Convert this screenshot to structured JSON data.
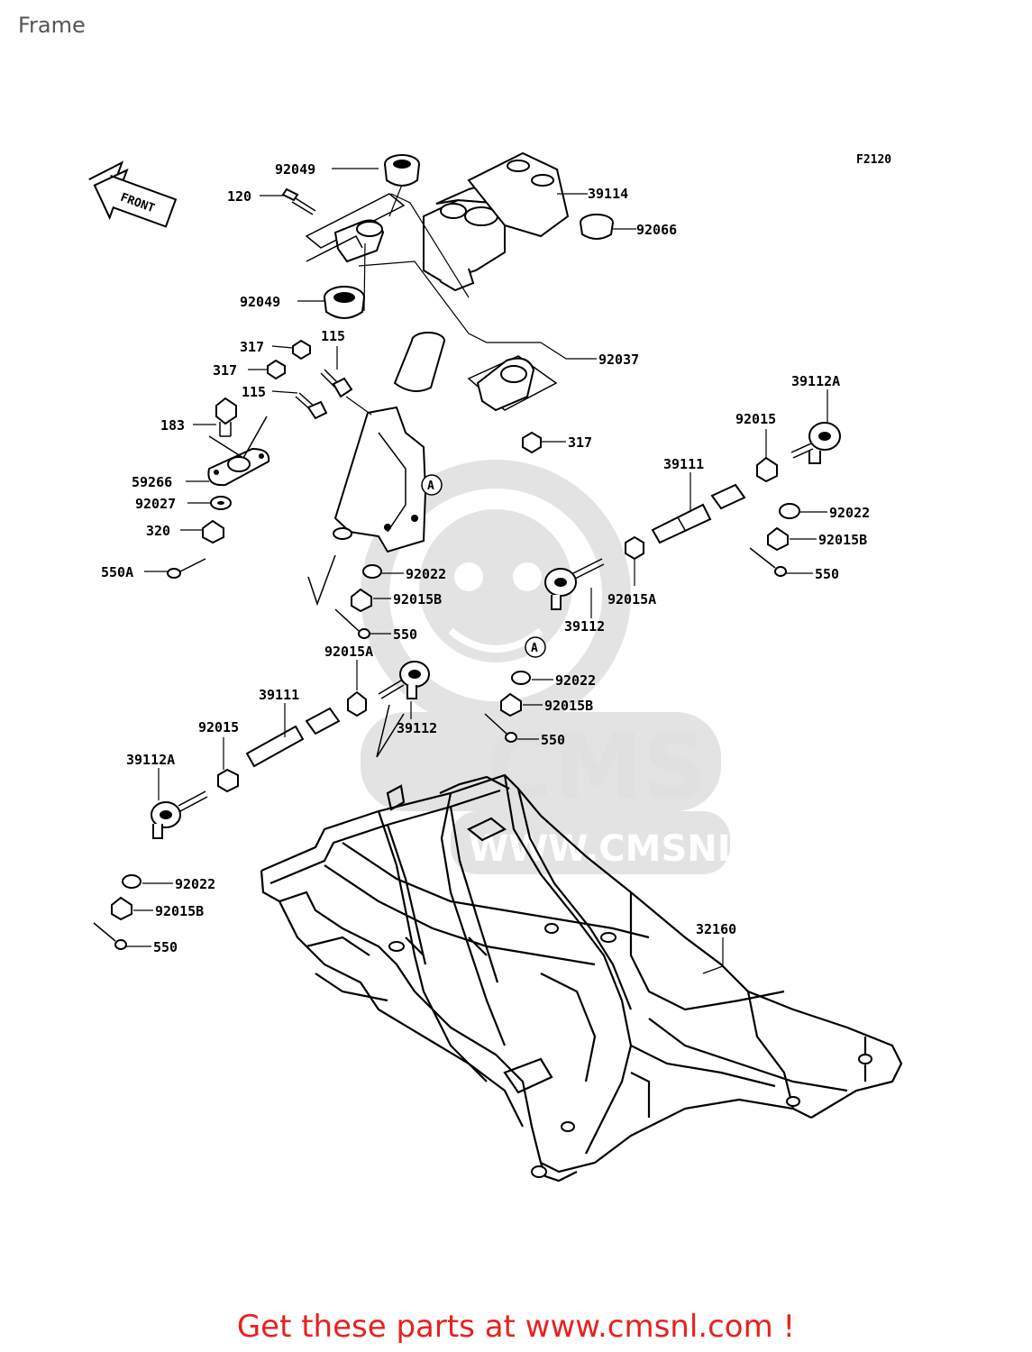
{
  "page": {
    "title": "Frame",
    "figure_code": "F2120",
    "footer_link": "Get these parts at www.cmsnl.com !",
    "accent_color": "#e8211d",
    "watermark_text": "CMS",
    "watermark_url": "WWW.CMSNL.COM"
  },
  "front_arrow_label": "FRONT",
  "ref_marker": "A",
  "part_labels": {
    "p92049_top": "92049",
    "p120": "120",
    "p39114": "39114",
    "p92066": "92066",
    "p92049_mid": "92049",
    "p317_a": "317",
    "p115_a": "115",
    "p317_b": "317",
    "p92037": "92037",
    "p115_b": "115",
    "p39112A_right": "39112A",
    "p183": "183",
    "p317_c": "317",
    "p92015_right": "92015",
    "p59266": "59266",
    "p39111_right": "39111",
    "p92027": "92027",
    "p92022_r1": "92022",
    "p320": "320",
    "p92015B_r1": "92015B",
    "p550A": "550A",
    "p550_r1": "550",
    "p92022_c1": "92022",
    "p92015A_right": "92015A",
    "p92015B_c1": "92015B",
    "p39112_right": "39112",
    "p550_c1": "550",
    "p92015A_center": "92015A",
    "p92022_c2": "92022",
    "p39111_left": "39111",
    "p92015B_c2": "92015B",
    "p39112_center": "39112",
    "p550_c2": "550",
    "p92015_left": "92015",
    "p39112A_left": "39112A",
    "p92022_l": "92022",
    "p92015B_l": "92015B",
    "p550_l": "550",
    "p32160": "32160"
  }
}
